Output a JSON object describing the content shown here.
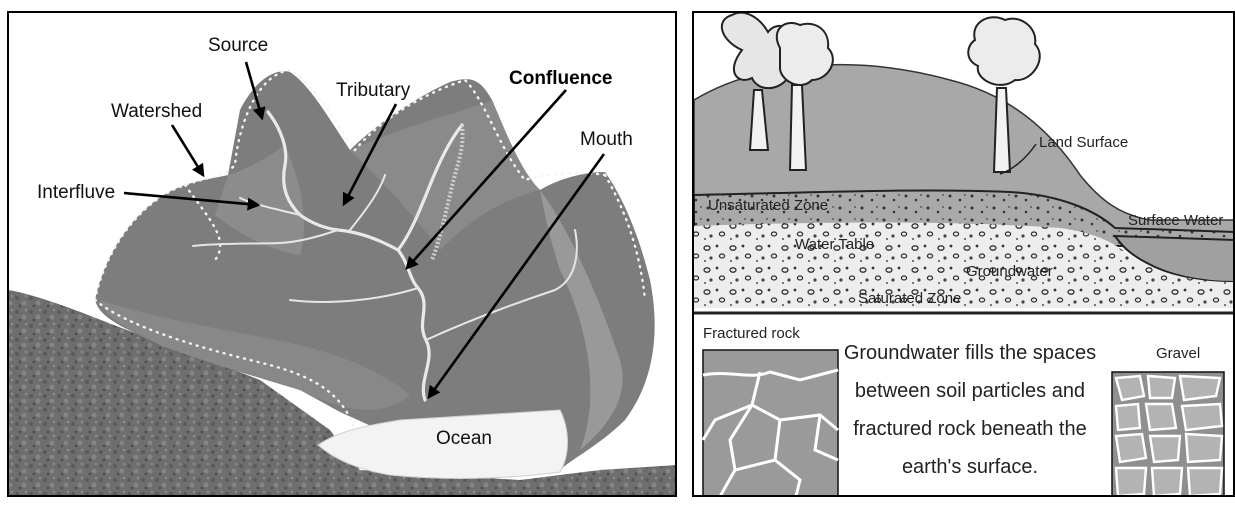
{
  "left_panel": {
    "labels": {
      "source": "Source",
      "watershed": "Watershed",
      "tributary": "Tributary",
      "confluence": "Confluence",
      "mouth": "Mouth",
      "interfluve": "Interfluve",
      "ocean": "Ocean"
    }
  },
  "right_panel": {
    "labels": {
      "land_surface": "Land Surface",
      "unsaturated_zone": "Unsaturated Zone",
      "surface_water": "Surface Water",
      "water_table": "Water Table",
      "groundwater": "Groundwater",
      "saturated_zone": "Saturated Zone",
      "fractured_rock": "Fractured rock",
      "gravel": "Gravel"
    },
    "caption_lines": [
      "Groundwater fills the spaces",
      "between soil particles and",
      "fractured rock beneath the",
      "earth's surface."
    ]
  }
}
